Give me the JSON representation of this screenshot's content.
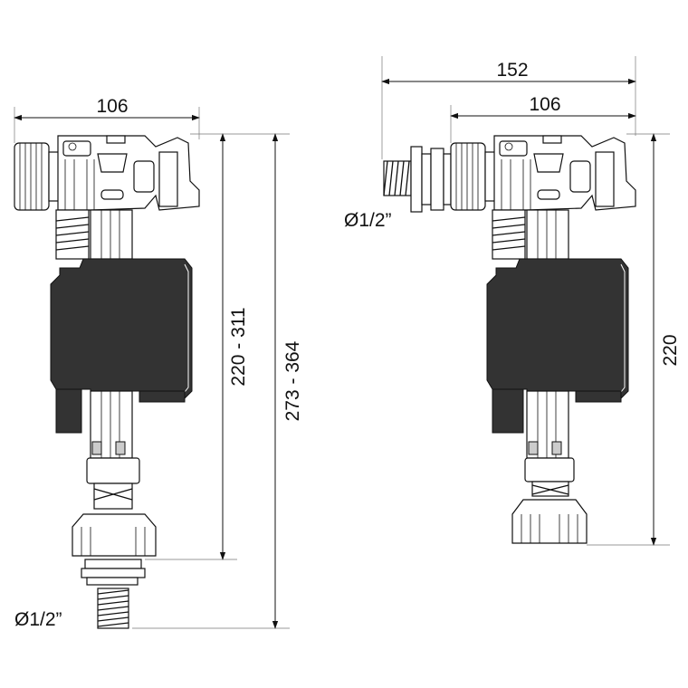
{
  "left_valve": {
    "width_label": "106",
    "height_range_label": "220 - 311",
    "total_range_label": "273 - 364",
    "thread_label": "Ø1/2”"
  },
  "right_valve": {
    "overall_width_label": "152",
    "body_width_label": "106",
    "height_label": "220",
    "thread_label": "Ø1/2”"
  }
}
